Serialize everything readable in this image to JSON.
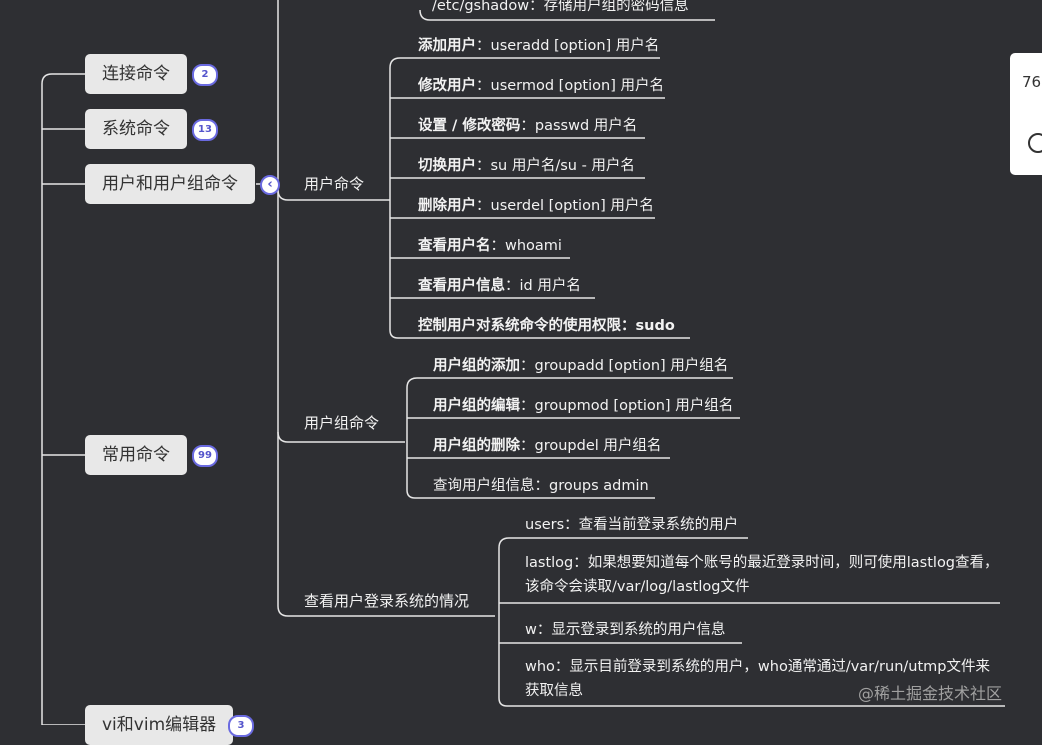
{
  "topics": {
    "connect": "连接命令",
    "connect_badge": "2",
    "system": "系统命令",
    "system_badge": "13",
    "user": "用户和用户组命令",
    "user_collapse": "‹",
    "common": "常用命令",
    "common_badge": "99",
    "vim": "vi和vim编辑器",
    "vim_badge": "3"
  },
  "top_cut_text": "/etc/gshadow：存储用户组的密码信息",
  "subtopics": {
    "user_cmd": "用户命令",
    "group_cmd": "用户组命令",
    "login": "查看用户登录系统的情况"
  },
  "user_leaves": [
    {
      "k": "添加用户",
      "v": "：useradd [option] 用户名"
    },
    {
      "k": "修改用户",
      "v": "：usermod [option] 用户名"
    },
    {
      "k": "设置 / 修改密码",
      "v": "：passwd 用户名"
    },
    {
      "k": "切换用户",
      "v": "：su 用户名/su - 用户名"
    },
    {
      "k": "删除用户",
      "v": "：userdel [option] 用户名"
    },
    {
      "k": "查看用户名",
      "v": "：whoami"
    },
    {
      "k": "查看用户信息",
      "v": "：id 用户名"
    },
    {
      "k": "控制用户对系统命令的使用权限：sudo",
      "v": ""
    }
  ],
  "group_leaves": [
    {
      "k": "用户组的添加",
      "v": "：groupadd [option] 用户组名"
    },
    {
      "k": "用户组的编辑",
      "v": "：groupmod [option] 用户组名"
    },
    {
      "k": "用户组的删除",
      "v": "：groupdel 用户组名"
    },
    {
      "k": "",
      "v": "查询用户组信息：groups admin"
    }
  ],
  "login_leaves": [
    "users：查看当前登录系统的用户",
    "lastlog：如果想要知道每个账号的最近登录时间，则可使用lastlog查看，该命令会读取/var/log/lastlog文件",
    "w：显示登录到系统的用户信息",
    "who：显示目前登录到系统的用户，who通常通过/var/run/utmp文件来获取信息"
  ],
  "panel": {
    "zoom": "76",
    "palette_icon": "palette-icon"
  },
  "watermark": "@稀土掘金技术社区",
  "colors": {
    "background": "#2e2f33",
    "topic_bg": "#e8e8e8",
    "badge_accent": "#6a6ae0"
  }
}
